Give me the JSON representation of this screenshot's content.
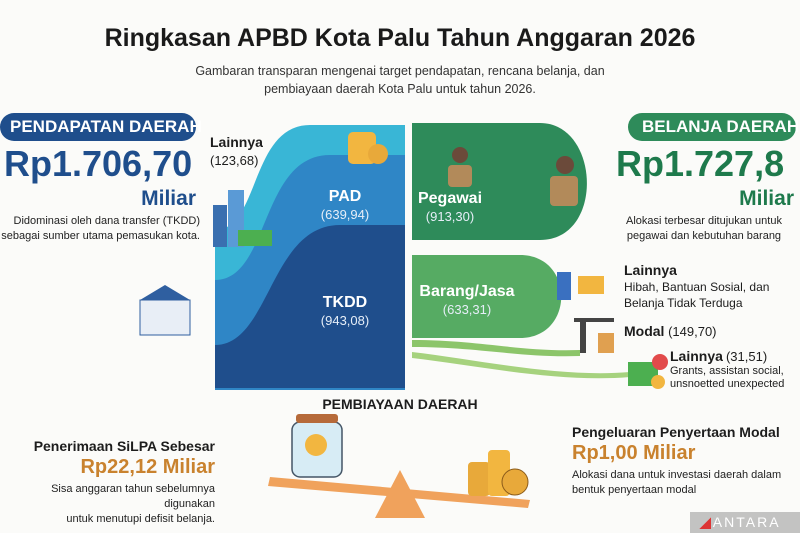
{
  "title": "Ringkasan APBD Kota Palu Tahun Anggaran 2026",
  "subtitle": [
    "Gambaran transparan mengenai target pendapatan, rencana belanja, dan",
    "pembiayaan daerah Kota Palu untuk tahun 2026."
  ],
  "pendapatan": {
    "header": "PENDAPATAN DAERAH",
    "amount": "Rp1.706,70",
    "unit": "Miliar",
    "desc": [
      "Didominasi oleh dana transfer (TKDD)",
      "sebagai sumber utama pemasukan kota."
    ],
    "items": [
      {
        "label": "Lainnya",
        "value": "(123,68)"
      },
      {
        "label": "PAD",
        "value": "(639,94)"
      },
      {
        "label": "TKDD",
        "value": "(943,08)"
      }
    ]
  },
  "belanja": {
    "header": "BELANJA DAERAH",
    "amount": "Rp1.727,8",
    "unit": "Miliar",
    "desc": [
      "Alokasi terbesar ditujukan untuk",
      "pegawai dan kebutuhan barang"
    ],
    "items": [
      {
        "label": "Pegawai",
        "value": "(913,30)"
      },
      {
        "label": "Barang/Jasa",
        "value": "(633,31)"
      }
    ],
    "lainnya": {
      "label": "Lainnya",
      "desc": [
        "Hibah, Bantuan Sosial, dan",
        "Belanja Tidak Terduga"
      ]
    },
    "modal": {
      "label": "Modal",
      "value": "(149,70)"
    },
    "lainnya2": {
      "label": "Lainnya",
      "value": "(31,51)",
      "desc": [
        "Grants, assistan social,",
        "unsnoetted unexpected"
      ]
    }
  },
  "pembiayaan": {
    "header": "PEMBIAYAAN DAERAH",
    "penerimaan": {
      "title": "Penerimaan SiLPA Sebesar",
      "amount": "Rp22,12 Miliar",
      "desc": [
        "Sisa anggaran tahun sebelumnya digunakan",
        "untuk menutupi defisit belanja."
      ]
    },
    "pengeluaran": {
      "title": "Pengeluaran Penyertaan Modal",
      "amount": "Rp1,00 Miliar",
      "desc": [
        "Alokasi dana untuk investasi daerah dalam",
        "bentuk penyertaan modal"
      ]
    }
  },
  "watermark": "ANTARA",
  "colors": {
    "blue": "#1f4e8c",
    "green": "#2e8b5a",
    "orange": "#c9822e"
  }
}
